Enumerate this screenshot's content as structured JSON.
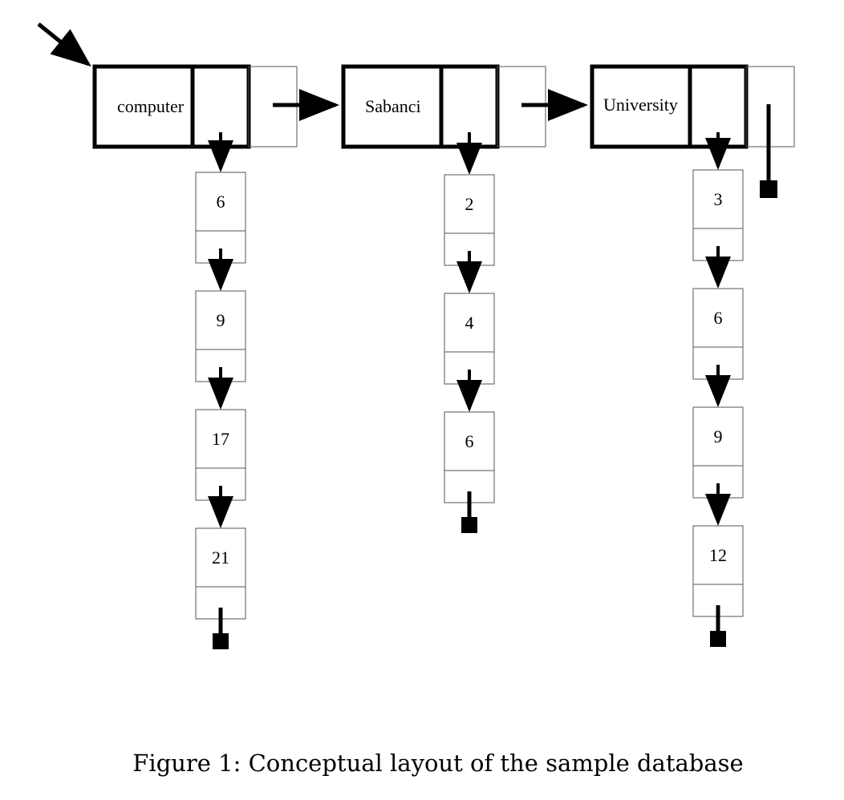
{
  "diagram": {
    "words": [
      {
        "label": "computer",
        "postings": [
          "6",
          "9",
          "17",
          "21"
        ]
      },
      {
        "label": "Sabanci",
        "postings": [
          "2",
          "4",
          "6"
        ]
      },
      {
        "label": "University",
        "postings": [
          "3",
          "6",
          "9",
          "12"
        ]
      }
    ]
  },
  "caption": "Figure 1: Conceptual layout of the sample database"
}
